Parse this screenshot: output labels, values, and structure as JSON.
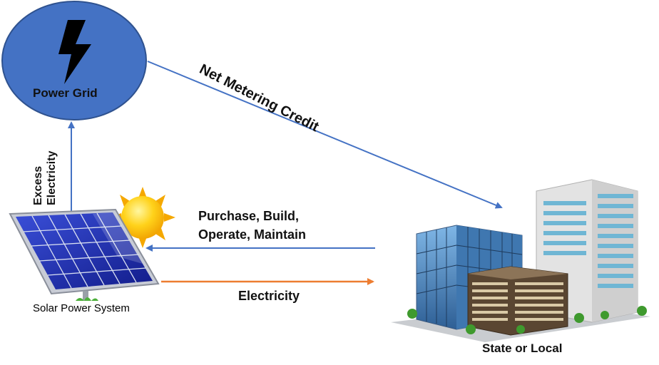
{
  "nodes": {
    "power_grid": {
      "label": "Power Grid",
      "icon": "lightning-bolt-icon",
      "fill": "#4472c4"
    },
    "solar": {
      "label": "Solar Power System",
      "icon": "solar-panel-icon"
    },
    "buildings": {
      "label": "State or Local",
      "icon": "office-buildings-icon"
    }
  },
  "edges": {
    "net_metering": {
      "label": "Net Metering Credit",
      "color": "#4472c4"
    },
    "excess": {
      "label_line1": "Excess",
      "label_line2": "Electricity",
      "color": "#4472c4"
    },
    "purchase": {
      "label_line1": "Purchase, Build,",
      "label_line2": "Operate, Maintain",
      "color": "#4472c4"
    },
    "electricity": {
      "label": "Electricity",
      "color": "#ed7d31"
    }
  }
}
